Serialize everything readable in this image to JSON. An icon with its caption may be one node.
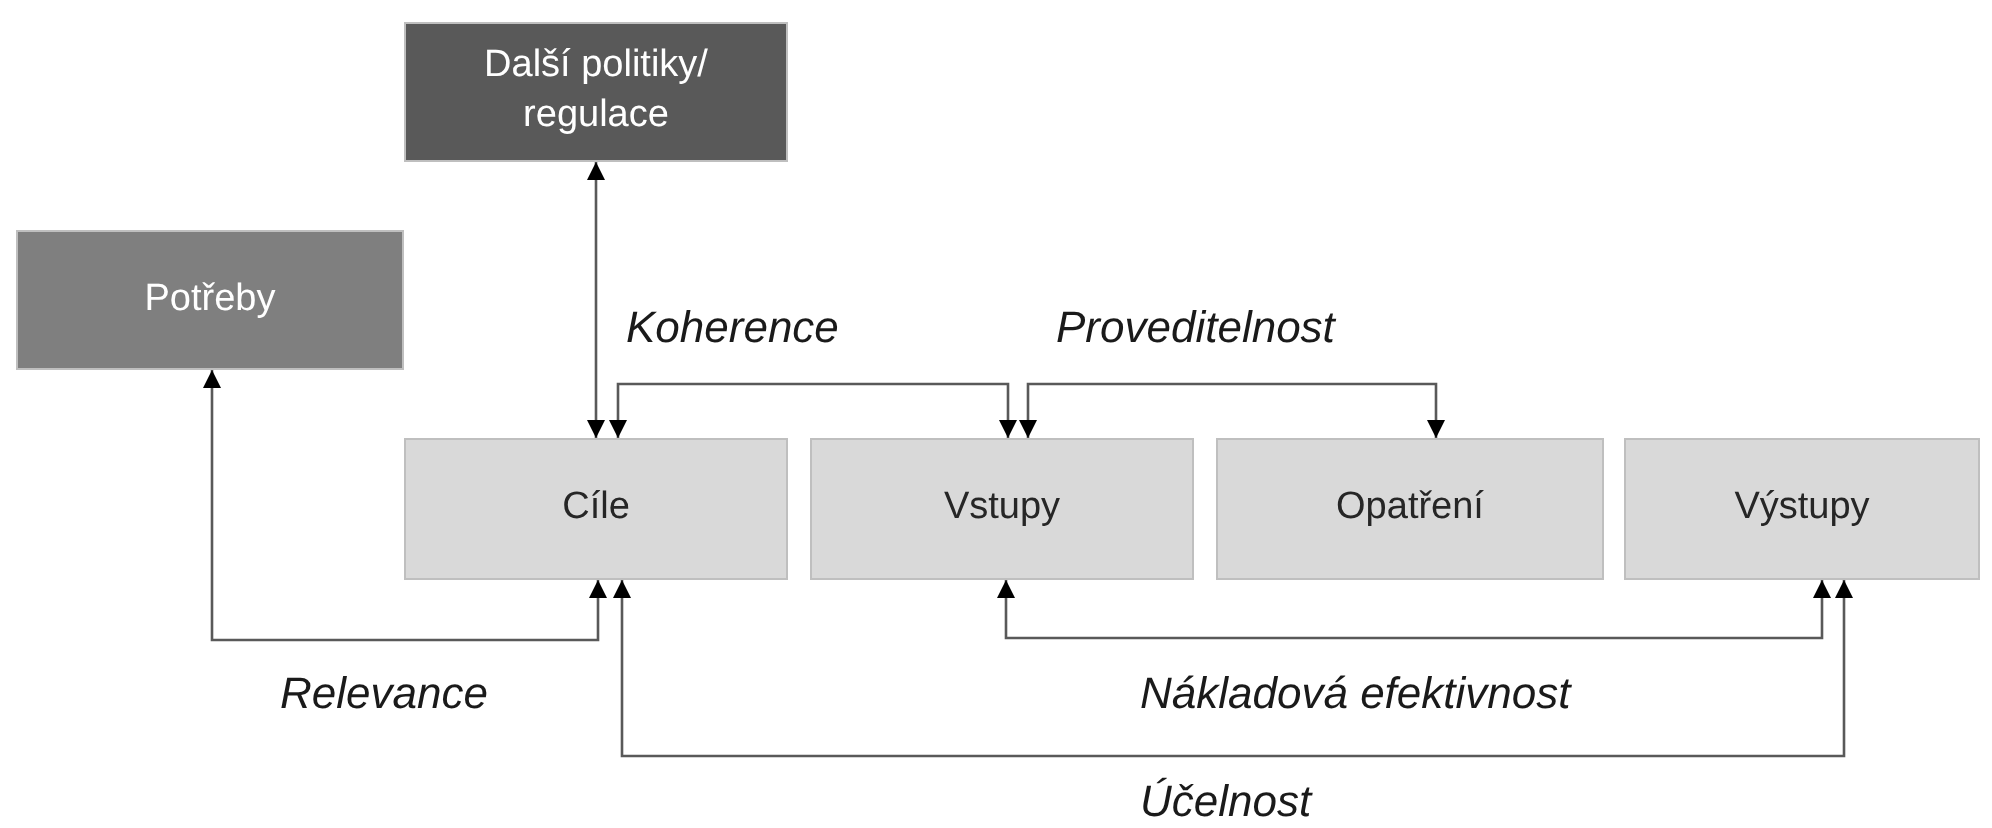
{
  "diagram": {
    "nodes": [
      {
        "text": [
          "Další politiky/ regulace"
        ]
      },
      {
        "text": [
          "Potřeby"
        ]
      },
      {
        "text": [
          "Cíle"
        ]
      },
      {
        "text": [
          "Vstupy"
        ]
      },
      {
        "text": [
          "Opatření"
        ]
      },
      {
        "text": [
          "Výstupy"
        ]
      }
    ],
    "edges": [
      {
        "from": 0,
        "to": 2,
        "arrow": "both"
      },
      {
        "from": 2,
        "to": 3,
        "arrow": "both",
        "label": "Koherence"
      },
      {
        "from": 3,
        "to": 4,
        "arrow": "both",
        "label": "Proveditelnost"
      },
      {
        "from": 2,
        "to": 1,
        "arrow": "both",
        "label": "Relevance"
      },
      {
        "from": 3,
        "to": 5,
        "arrow": "both",
        "label": "Nákladová efektivnost"
      },
      {
        "from": 2,
        "to": 5,
        "arrow": "both",
        "label": "Účelnost"
      }
    ]
  }
}
